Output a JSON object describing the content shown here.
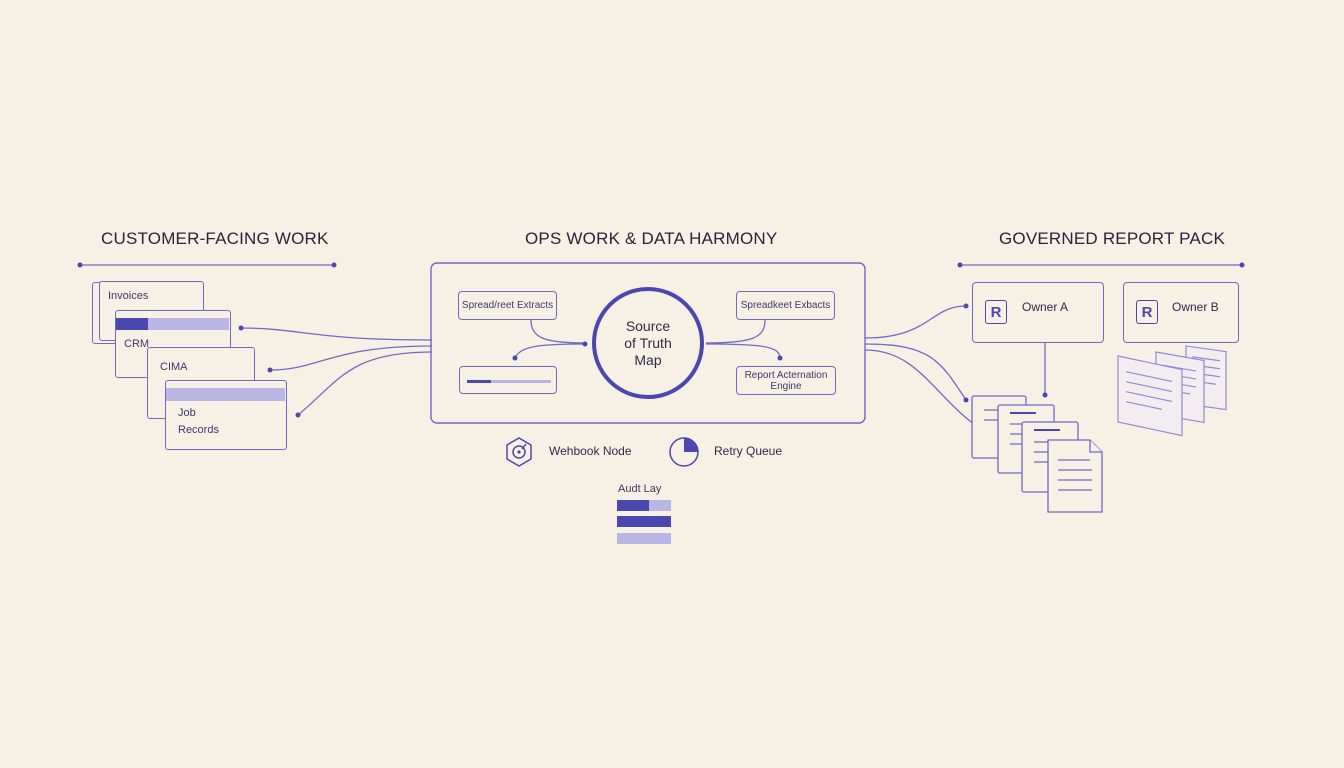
{
  "sections": {
    "left": "CUSTOMER-FACING WORK",
    "middle": "OPS WORK & DATA HARMONY",
    "right": "GOVERNED REPORT PACK"
  },
  "left_stack": {
    "invoices": "Invoices",
    "crm": "CRM",
    "cima": "CIMA",
    "job_records_1": "Job",
    "job_records_2": "Records"
  },
  "hub": {
    "extract_left": "Spread/reet Extracts",
    "extract_right": "Spreadkeet Exbacts",
    "center_1": "Source",
    "center_2": "of Truth",
    "center_3": "Map",
    "engine_1": "Report Acternation",
    "engine_2": "Engine"
  },
  "legend": {
    "webhook": "Wehbook Node",
    "retry": "Retry Queue",
    "audit": "Audt Lay"
  },
  "owners": {
    "a_letter": "R",
    "a_label": "Owner A",
    "b_letter": "R",
    "b_label": "Owner B"
  },
  "colors": {
    "accent": "#4b47b0",
    "line": "#6e6bc4",
    "light_fill": "#b9b6e6",
    "background": "#f6f0e5"
  }
}
